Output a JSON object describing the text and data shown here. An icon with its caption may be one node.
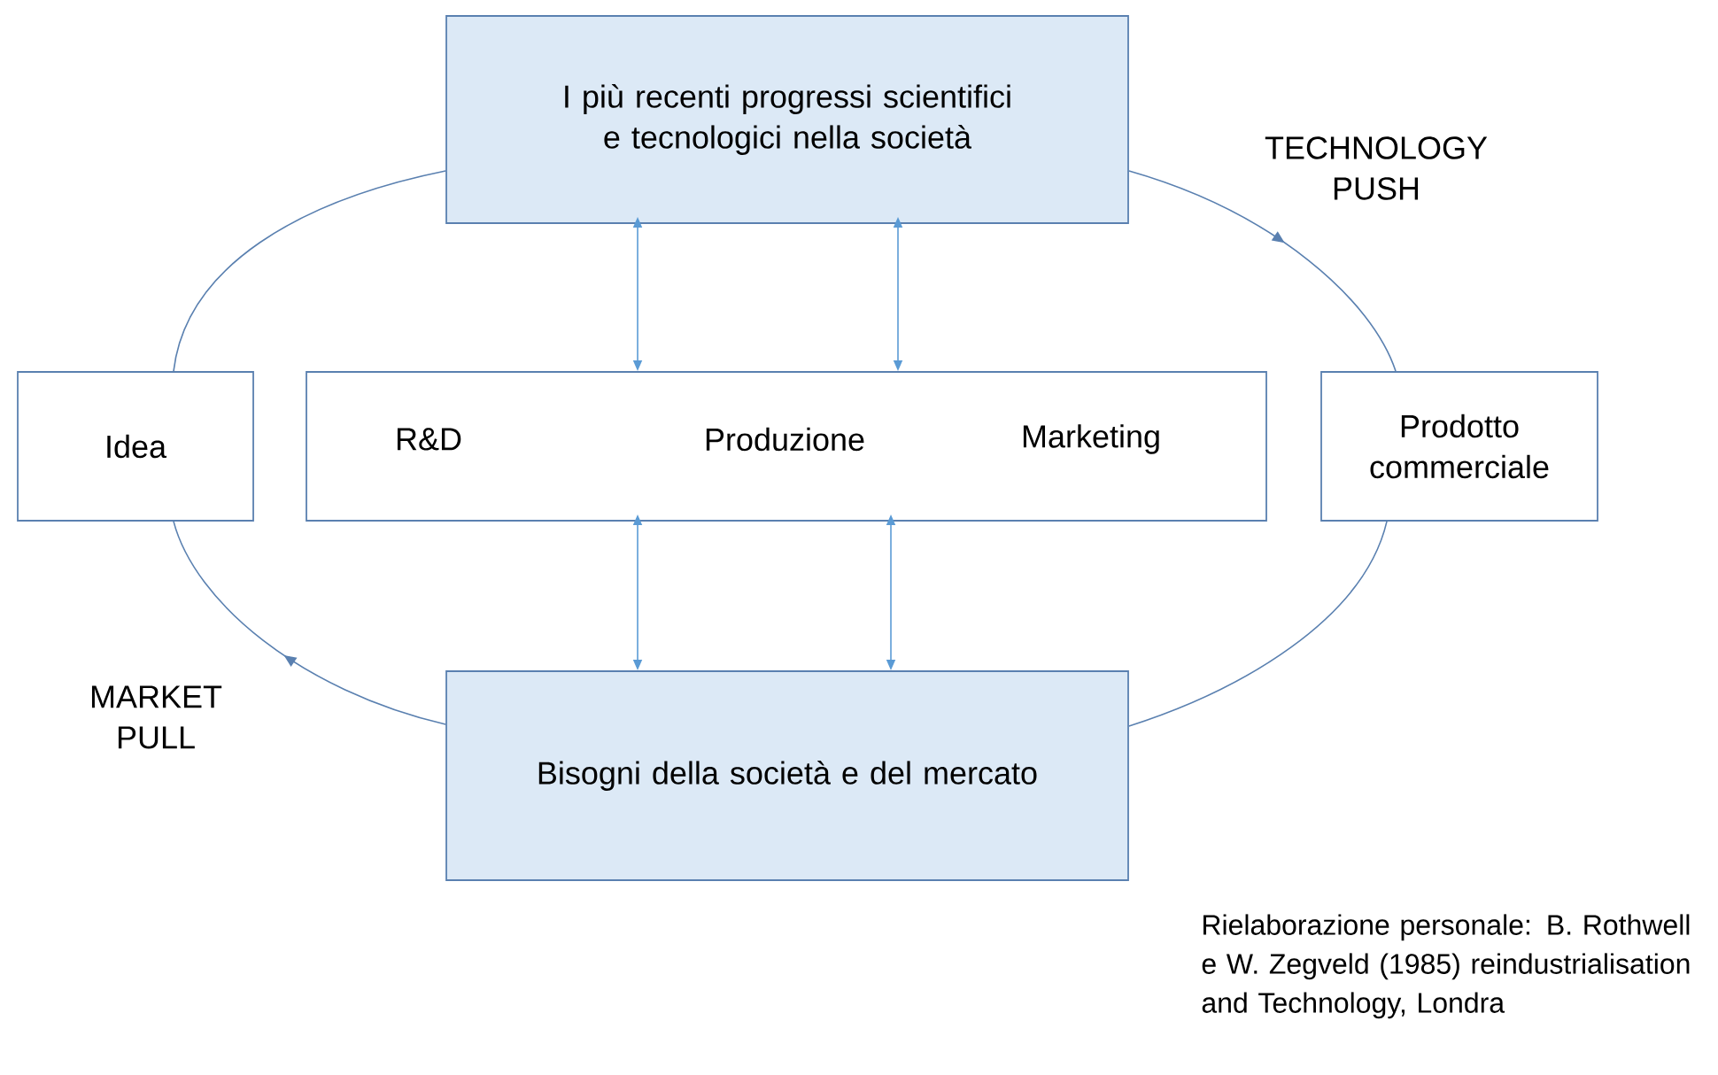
{
  "diagram": {
    "nodes": [
      {
        "text": [
          "I più recenti progressi scientifici e tecnologici nella società"
        ]
      },
      {
        "text": [
          "Idea"
        ]
      },
      {
        "text": [
          "R&D",
          "Produzione",
          "Marketing"
        ]
      },
      {
        "text": [
          "Prodotto commerciale"
        ]
      },
      {
        "text": [
          "Bisogni della società e del mercato"
        ]
      }
    ],
    "edges": [
      {
        "from": 1,
        "to": 0,
        "arrow": "none"
      },
      {
        "from": 0,
        "to": 3,
        "arrow": "to"
      },
      {
        "from": 3,
        "to": 4,
        "arrow": "none"
      },
      {
        "from": 4,
        "to": 1,
        "arrow": "to"
      },
      {
        "from": 0,
        "to": 2,
        "arrow": "both",
        "color": "#5b9bd5"
      },
      {
        "from": 0,
        "to": 2,
        "arrow": "both",
        "color": "#5b9bd5"
      },
      {
        "from": 2,
        "to": 4,
        "arrow": "both",
        "color": "#5b9bd5"
      },
      {
        "from": 2,
        "to": 4,
        "arrow": "both",
        "color": "#5b9bd5"
      }
    ],
    "labels": [
      "TECHNOLOGY PUSH",
      "MARKET PULL",
      "Rielaborazione personale: B. Rothwell e W. Zegveld (1985) reindustrialisation and Technology, Londra"
    ]
  }
}
